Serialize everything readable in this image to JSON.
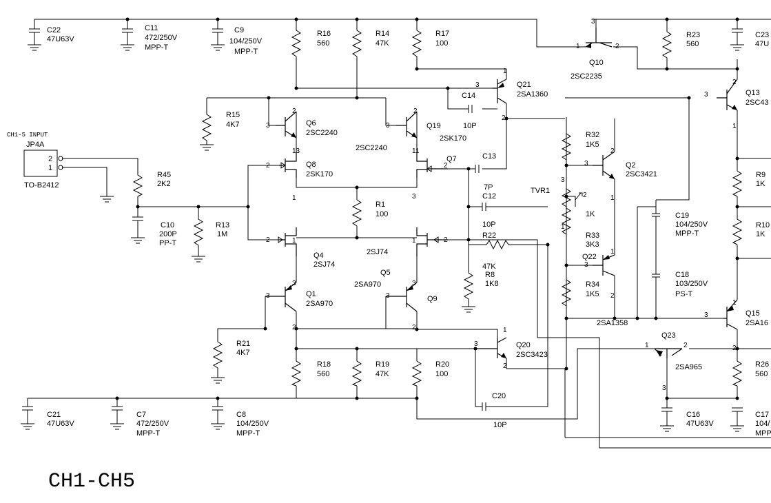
{
  "sheet_title": "CH1-CH5",
  "input": {
    "header": "CH1-5 INPUT",
    "ref": "JP4A",
    "part": "TO-B2412",
    "pin_top": "2",
    "pin_bottom": "1"
  },
  "components": {
    "C22": [
      "C22",
      "47U63V"
    ],
    "C11": [
      "C11",
      "472/250V",
      "MPP-T"
    ],
    "C9": [
      "C9",
      "104/250V",
      "MPP-T"
    ],
    "R16": [
      "R16",
      "560"
    ],
    "R14": [
      "R14",
      "47K"
    ],
    "R17": [
      "R17",
      "100"
    ],
    "Q10": [
      "Q10",
      "2SC2235"
    ],
    "R23": [
      "R23",
      "560"
    ],
    "C23": [
      "C23",
      "47U"
    ],
    "Q21": [
      "Q21",
      "2SA1360"
    ],
    "C14": [
      "C14",
      "10P"
    ],
    "R15": [
      "R15",
      "4K7"
    ],
    "Q6": [
      "Q6",
      "2SC2240"
    ],
    "Q19": [
      "Q19",
      "2SK170"
    ],
    "Q19_mid": [
      "2SC2240"
    ],
    "Q13": [
      "Q13",
      "2SC43"
    ],
    "R45": [
      "R45",
      "2K2"
    ],
    "Q8": [
      "Q8",
      "2SK170"
    ],
    "Q7": [
      "Q7"
    ],
    "C13": [
      "C13",
      "7P"
    ],
    "R32": [
      "R32",
      "1K5"
    ],
    "Q2": [
      "Q2",
      "2SC3421"
    ],
    "R9": [
      "R9",
      "1K"
    ],
    "TVR1": [
      "TVR1",
      "1K"
    ],
    "C12": [
      "C12",
      "10P"
    ],
    "R1": [
      "R1",
      "100"
    ],
    "C10": [
      "C10",
      "200P",
      "PP-T"
    ],
    "R13": [
      "R13",
      "1M"
    ],
    "C19": [
      "C19",
      "104/250V",
      "MPP-T"
    ],
    "R10": [
      "R10",
      "1K"
    ],
    "R22": [
      "R22",
      "47K"
    ],
    "R33": [
      "R33",
      "3K3"
    ],
    "Q4": [
      "Q4",
      "2SJ74"
    ],
    "Q5": [
      "2SJ74",
      "Q5",
      "2SA970"
    ],
    "Q22": [
      "Q22"
    ],
    "R8": [
      "R8",
      "1K8"
    ],
    "C18": [
      "C18",
      "103/250V",
      "PS-T"
    ],
    "Q1": [
      "Q1",
      "2SA970"
    ],
    "Q9": [
      "Q9"
    ],
    "R34": [
      "R34",
      "1K5"
    ],
    "Q15": [
      "Q15",
      "2SA16"
    ],
    "Q22_part": [
      "2SA1358"
    ],
    "R21": [
      "R21",
      "4K7"
    ],
    "Q23": [
      "Q23",
      "2SA965"
    ],
    "Q20": [
      "Q20",
      "2SC3423"
    ],
    "R18": [
      "R18",
      "560"
    ],
    "R19": [
      "R19",
      "47K"
    ],
    "R20": [
      "R20",
      "100"
    ],
    "C20": [
      "C20",
      "10P"
    ],
    "R26": [
      "R26",
      "560"
    ],
    "C21": [
      "C21",
      "47U63V"
    ],
    "C7": [
      "C7",
      "472/250V",
      "MPP-T"
    ],
    "C8": [
      "C8",
      "104/250V",
      "MPP-T"
    ],
    "C16": [
      "C16",
      "47U63V"
    ],
    "C17": [
      "C17",
      "104/",
      "MPP"
    ]
  },
  "pin_numbers": [
    "1",
    "2",
    "3",
    "11",
    "13"
  ]
}
